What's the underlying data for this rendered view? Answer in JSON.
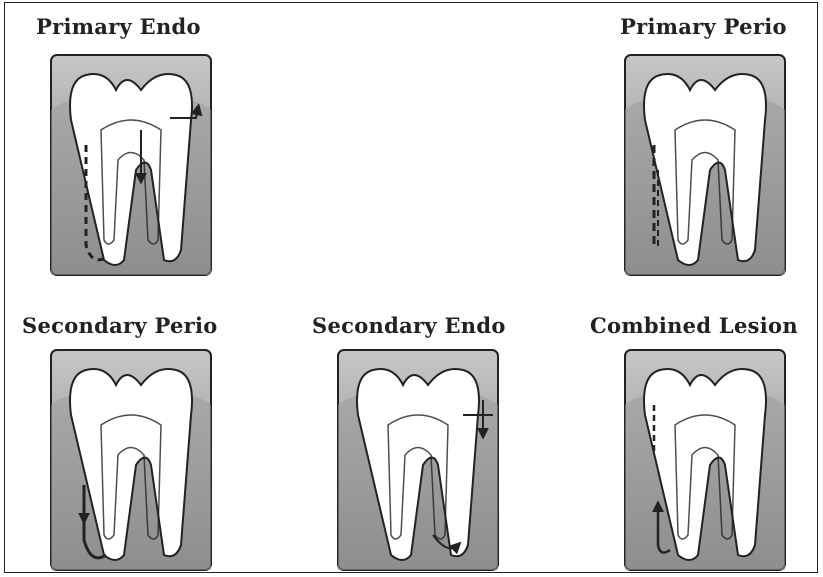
{
  "panels": [
    {
      "id": "primary-endo",
      "label": "Primary Endo"
    },
    {
      "id": "primary-perio",
      "label": "Primary Perio"
    },
    {
      "id": "secondary-perio",
      "label": "Secondary Perio"
    },
    {
      "id": "secondary-endo",
      "label": "Secondary Endo"
    },
    {
      "id": "combined-lesion",
      "label": "Combined Lesion"
    }
  ],
  "colors": {
    "gum": "#7f7f7f",
    "gum_light": "#c7c7c7",
    "bone": "#9a9a9a",
    "tooth": "#ffffff",
    "outline": "#222222"
  }
}
